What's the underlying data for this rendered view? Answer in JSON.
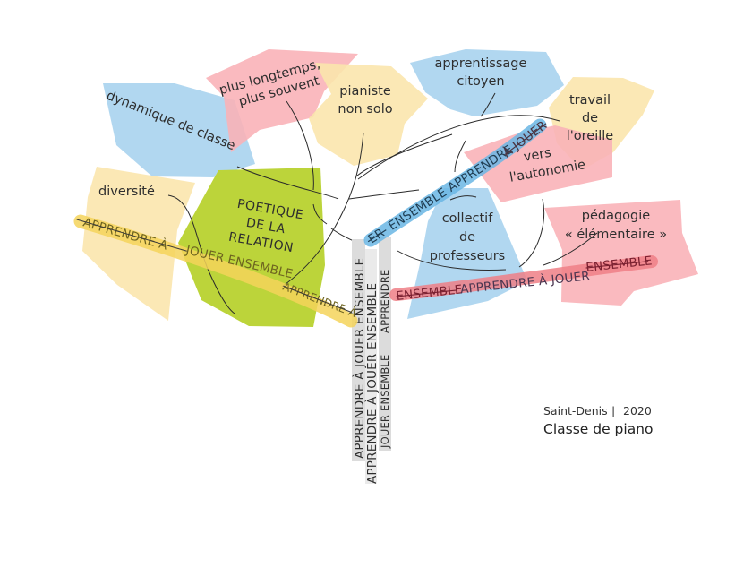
{
  "diagram": {
    "type": "concept-tree",
    "colors": {
      "blue": "#a9d3ee",
      "pink": "#f9b3b8",
      "yellow": "#fbe6ad",
      "green": "#bcd43a",
      "band_yellow": "#f5d45a",
      "band_blue": "#6ab6e4",
      "band_red": "#ef7f86",
      "band_grey": "#dcdcdc",
      "text": "#2e2e2e"
    },
    "nodes": {
      "dynamique_de_classe": "dynamique de classe",
      "plus_longtemps_1": "plus longtemps,",
      "plus_longtemps_2": "plus souvent",
      "pianiste_1": "pianiste",
      "pianiste_2": "non solo",
      "apprentissage_1": "apprentissage",
      "apprentissage_2": "citoyen",
      "travail_1": "travail",
      "travail_2": "de",
      "travail_3": "l'oreille",
      "vers_1": "vers",
      "vers_2": "l'autonomie",
      "diversite": "diversité",
      "poetique_1": "POETIQUE",
      "poetique_2": "DE LA",
      "poetique_3": "RELATION",
      "collectif_1": "collectif",
      "collectif_2": "de",
      "collectif_3": "professeurs",
      "pedagogie_1": "pédagogie",
      "pedagogie_2": "« élémentaire »"
    },
    "bands": {
      "left_a": "APPRENDRE À",
      "left_b": "JOUER ENSEMBLE",
      "left_c": "APPRENDRE À",
      "upper_a": "ER",
      "upper_b": "ENSEMBLE APPRENDRE",
      "upper_c": "À JOUER",
      "right_a": "ENSEMBLE",
      "right_b": "APPRENDRE À JOUER",
      "right_c": "ENSEMBLE",
      "trunk_1": "APPRENDRE À JOUER ENSEMBLE",
      "trunk_2": "APPRENDRE À JOUER ENSEMBLE",
      "trunk_3a": "JOUER ENSEMBLE",
      "trunk_3b": "APPRENDRE"
    },
    "footer": {
      "location": "Saint-Denis",
      "separator": "|",
      "year": "2020",
      "title": "Classe de piano"
    }
  }
}
